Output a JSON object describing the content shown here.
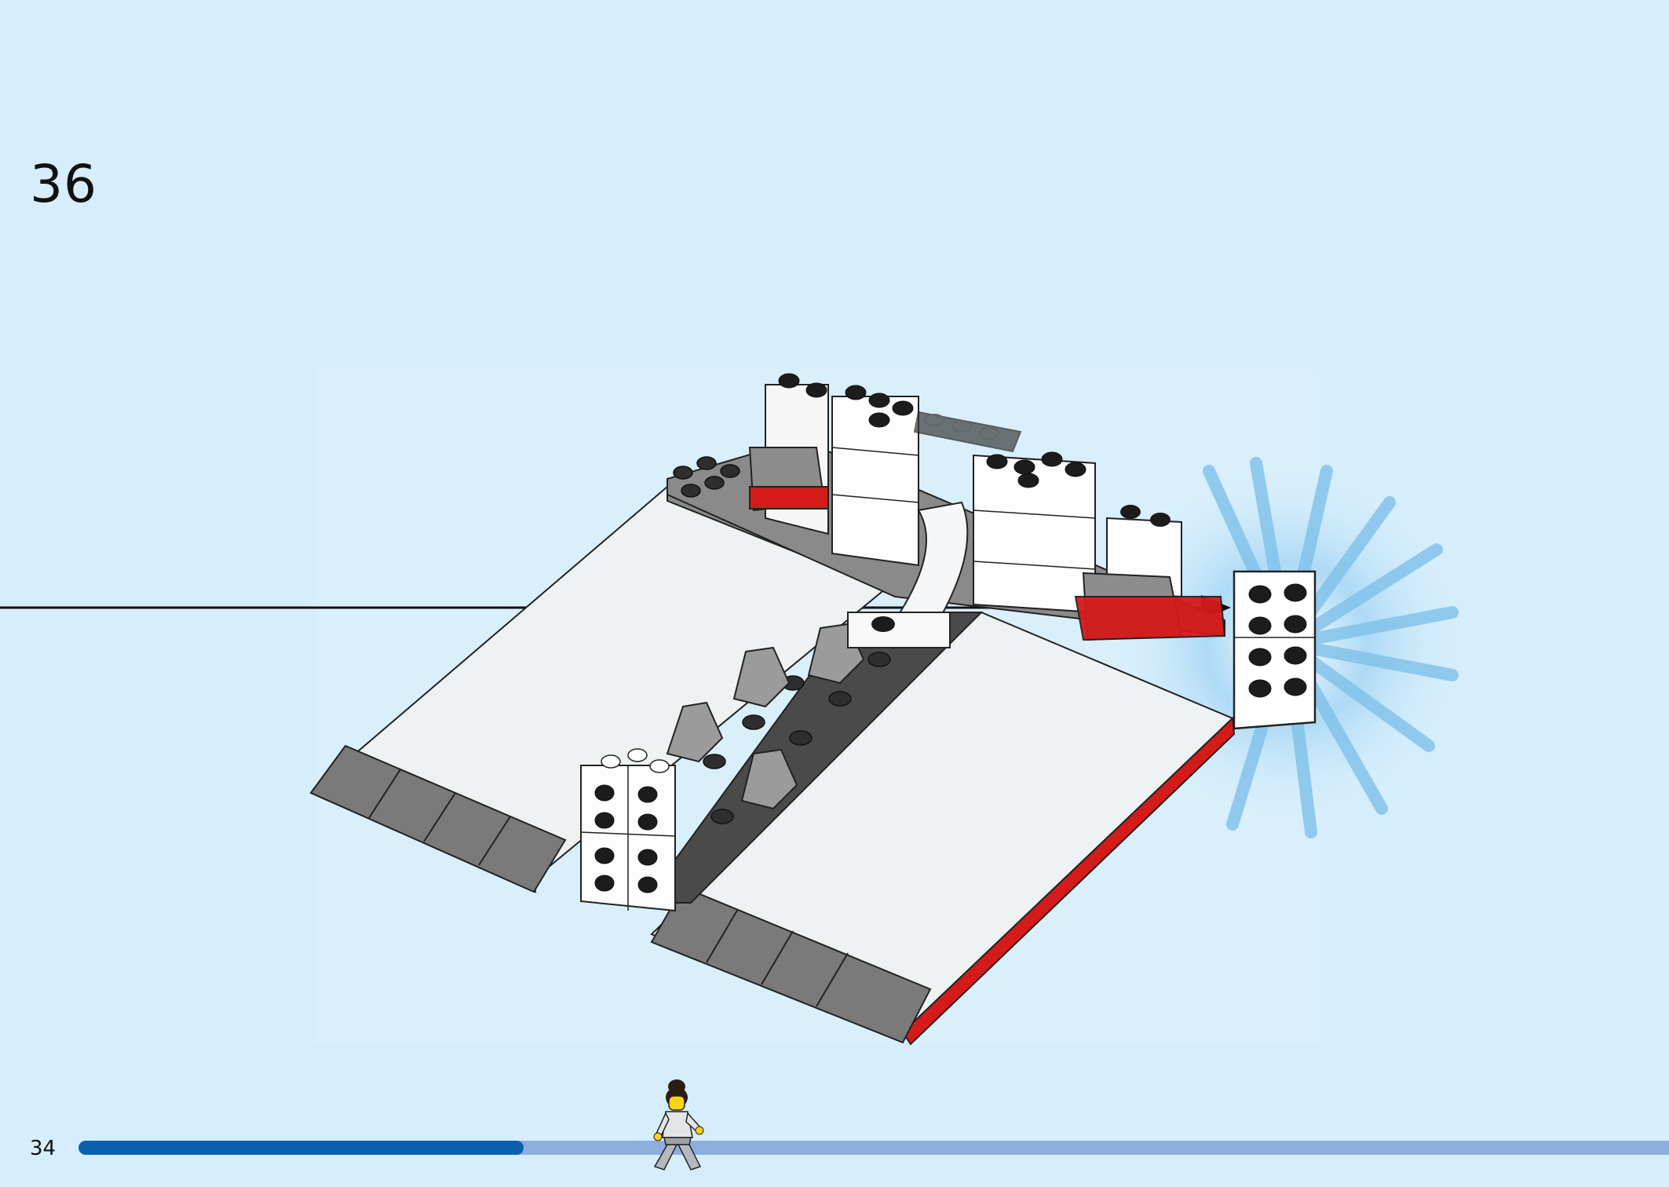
{
  "step": {
    "number": "36"
  },
  "page": {
    "number": "34"
  },
  "progress": {
    "fraction": 0.28
  },
  "illustration": {
    "subject": "lego-base-assembly",
    "icons": [
      "minifigure-icon",
      "highlight-burst-icon",
      "arrow-pointer-icon"
    ]
  },
  "colors": {
    "background": "#d6eefc",
    "progress_fill": "#0c5fae",
    "progress_track": "#8eaede",
    "brick_red": "#d51a1a",
    "plate_white": "#f1f4f5",
    "plate_gray": "#7b7b7b",
    "dark_gray": "#4a4a4a"
  }
}
